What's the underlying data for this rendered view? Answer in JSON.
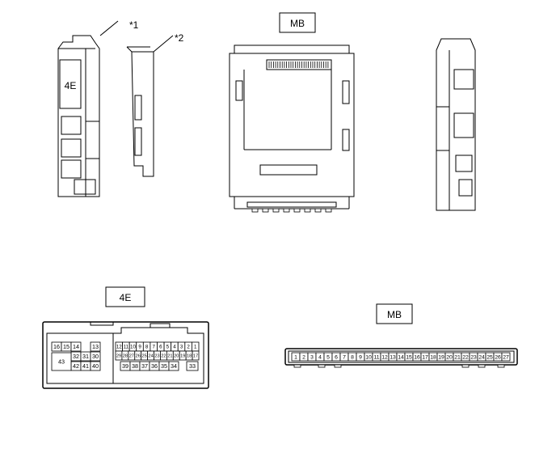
{
  "callouts": {
    "one": "*1",
    "two": "*2"
  },
  "labels": {
    "mb_top": "MB",
    "e4_inner": "4E",
    "e4_connector": "4E",
    "mb_connector": "MB"
  },
  "connector_4e": {
    "top_left": [
      {
        "id": "p16",
        "text": "16"
      },
      {
        "id": "p15",
        "text": "15"
      },
      {
        "id": "p14",
        "text": "14"
      },
      {
        "id": "p13",
        "text": "13"
      }
    ],
    "mid_left": [
      {
        "id": "p32",
        "text": "32"
      },
      {
        "id": "p31",
        "text": "31"
      },
      {
        "id": "p30",
        "text": "30"
      }
    ],
    "bottom_left": [
      {
        "id": "p42",
        "text": "42"
      },
      {
        "id": "p41",
        "text": "41"
      },
      {
        "id": "p40",
        "text": "40"
      }
    ],
    "big": {
      "id": "p43",
      "text": "43"
    },
    "right_top": [
      {
        "id": "p12",
        "text": "12"
      },
      {
        "id": "p11",
        "text": "11"
      },
      {
        "id": "p10",
        "text": "10"
      },
      {
        "id": "p9",
        "text": "9"
      },
      {
        "id": "p8",
        "text": "8"
      },
      {
        "id": "p7",
        "text": "7"
      },
      {
        "id": "p6",
        "text": "6"
      },
      {
        "id": "p5",
        "text": "5"
      },
      {
        "id": "p4",
        "text": "4"
      },
      {
        "id": "p3",
        "text": "3"
      },
      {
        "id": "p2",
        "text": "2"
      },
      {
        "id": "p1",
        "text": "1"
      }
    ],
    "right_mid": [
      {
        "id": "p29",
        "text": "29"
      },
      {
        "id": "p28",
        "text": "28"
      },
      {
        "id": "p27",
        "text": "27"
      },
      {
        "id": "p26",
        "text": "26"
      },
      {
        "id": "p25",
        "text": "25"
      },
      {
        "id": "p24",
        "text": "24"
      },
      {
        "id": "p23",
        "text": "23"
      },
      {
        "id": "p22",
        "text": "22"
      },
      {
        "id": "p21",
        "text": "21"
      },
      {
        "id": "p20",
        "text": "20"
      },
      {
        "id": "p19",
        "text": "19"
      },
      {
        "id": "p18",
        "text": "18"
      },
      {
        "id": "p17",
        "text": "17"
      }
    ],
    "right_bottom": [
      {
        "id": "p39",
        "text": "39"
      },
      {
        "id": "p38",
        "text": "38"
      },
      {
        "id": "p37",
        "text": "37"
      },
      {
        "id": "p36",
        "text": "36"
      },
      {
        "id": "p35",
        "text": "35"
      },
      {
        "id": "p34",
        "text": "34"
      }
    ],
    "right_single": {
      "id": "p33",
      "text": "33"
    }
  },
  "connector_mb": {
    "pins": [
      "1",
      "2",
      "3",
      "4",
      "5",
      "6",
      "7",
      "8",
      "9",
      "10",
      "11",
      "12",
      "13",
      "14",
      "15",
      "16",
      "17",
      "18",
      "19",
      "20",
      "21",
      "22",
      "23",
      "24",
      "25",
      "26",
      "27"
    ]
  }
}
